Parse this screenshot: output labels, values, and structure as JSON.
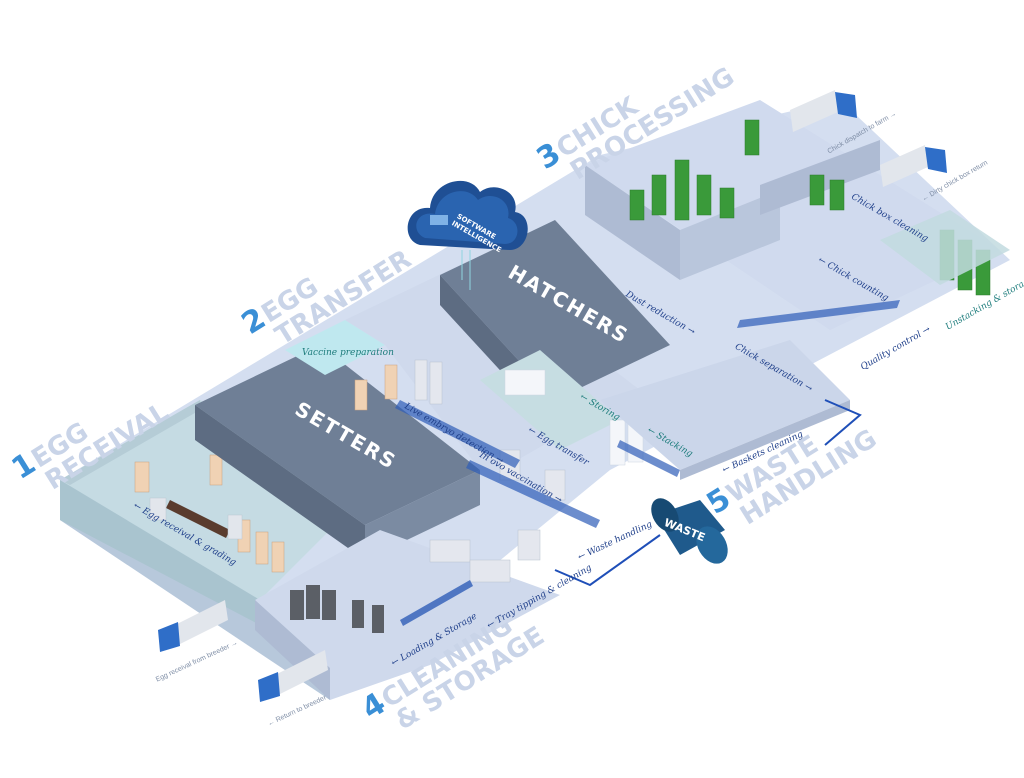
{
  "diagram": {
    "title": "Hatchery process layout",
    "zones": [
      {
        "number": "1",
        "line1": "EGG",
        "line2": "RECEIVAL"
      },
      {
        "number": "2",
        "line1": "EGG",
        "line2": "TRANSFER"
      },
      {
        "number": "3",
        "line1": "CHICK",
        "line2": "PROCESSING"
      },
      {
        "number": "4",
        "line1": "CLEANING",
        "line2": "& STORAGE"
      },
      {
        "number": "5",
        "line1": "WASTE",
        "line2": "HANDLING"
      }
    ],
    "rooms": {
      "setters": "SETTERS",
      "hatchers": "HATCHERS",
      "vaccine": "Vaccine preparation"
    },
    "cloud": {
      "line1": "SOFTWARE",
      "line2": "INTELLIGENCE"
    },
    "waste_tank": "WASTE",
    "process_labels": {
      "egg_receival": "← Egg receival & grading",
      "live_embryo": "Live embryo detection →",
      "in_ovo": "In ovo vaccination →",
      "egg_transfer": "← Egg transfer",
      "storing": "← Storing",
      "stacking": "← Stacking",
      "dust_reduction": "Dust reduction →",
      "chick_separation": "Chick separation →",
      "chick_counting": "← Chick counting",
      "quality_control": "Quality control →",
      "chick_box_cleaning": "Chick box cleaning",
      "unstacking_storage": "Unstacking & storage",
      "baskets_cleaning": "← Baskets cleaning",
      "waste_handling": "← Waste handling",
      "tray_tipping": "← Tray tipping & cleaning",
      "loading_storage": "← Loading & Storage"
    },
    "truck_labels": {
      "egg_from_breeder": "Egg receival from breeder →",
      "return_to_breeder": "← Return to breeder",
      "chick_dispatch": "Chick dispatch to farm →",
      "dirty_box_return": "← Dirty chick box return"
    },
    "colors": {
      "accent_number": "#3a8fd6",
      "zone_title": "#c9d4e8",
      "room_roof": "#6f7f96",
      "floor": "#d4def0",
      "wall": "#aebbd3",
      "receival_floor": "#c5dbe3",
      "crate_green": "#3a9a3a",
      "waste_tank": "#1f5a8c",
      "truck_cab": "#2f6ec8"
    }
  }
}
